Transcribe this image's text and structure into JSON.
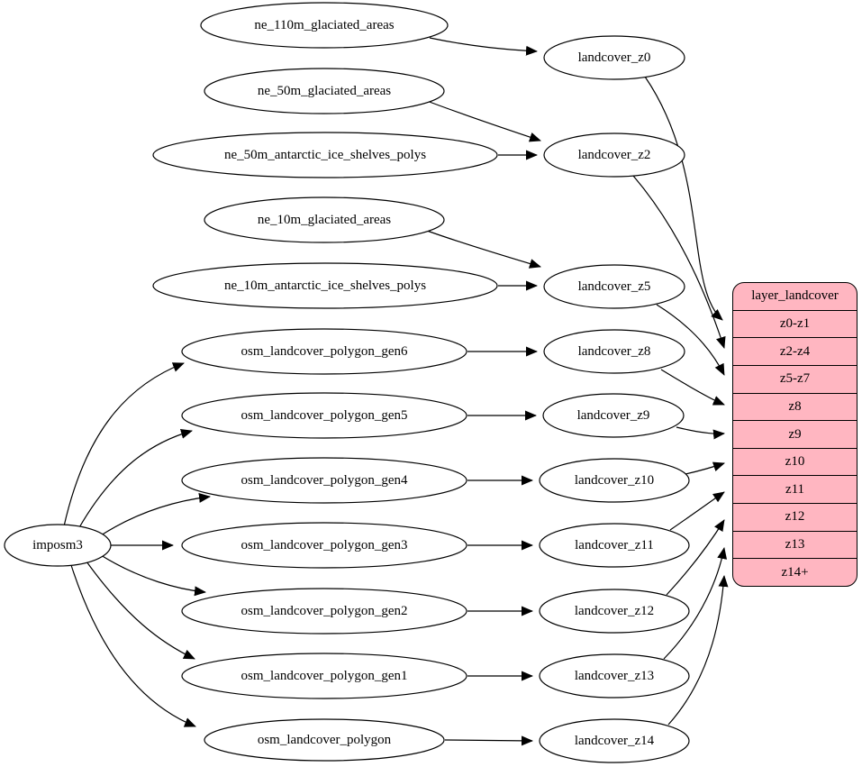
{
  "diagram": {
    "kind": "etl-dependency-graph",
    "colors": {
      "background": "#ffffff",
      "node_fill": "#ffffff",
      "node_stroke": "#000000",
      "edge_stroke": "#000000",
      "table_fill": "#ffb6c1",
      "table_stroke": "#000000",
      "text": "#000000"
    },
    "nodes": {
      "imposm3": {
        "label": "imposm3"
      },
      "sources": [
        {
          "label": "ne_110m_glaciated_areas"
        },
        {
          "label": "ne_50m_glaciated_areas"
        },
        {
          "label": "ne_50m_antarctic_ice_shelves_polys"
        },
        {
          "label": "ne_10m_glaciated_areas"
        },
        {
          "label": "ne_10m_antarctic_ice_shelves_polys"
        },
        {
          "label": "osm_landcover_polygon_gen6"
        },
        {
          "label": "osm_landcover_polygon_gen5"
        },
        {
          "label": "osm_landcover_polygon_gen4"
        },
        {
          "label": "osm_landcover_polygon_gen3"
        },
        {
          "label": "osm_landcover_polygon_gen2"
        },
        {
          "label": "osm_landcover_polygon_gen1"
        },
        {
          "label": "osm_landcover_polygon"
        }
      ],
      "intermediates": [
        {
          "label": "landcover_z0"
        },
        {
          "label": "landcover_z2"
        },
        {
          "label": "landcover_z5"
        },
        {
          "label": "landcover_z8"
        },
        {
          "label": "landcover_z9"
        },
        {
          "label": "landcover_z10"
        },
        {
          "label": "landcover_z11"
        },
        {
          "label": "landcover_z12"
        },
        {
          "label": "landcover_z13"
        },
        {
          "label": "landcover_z14"
        }
      ],
      "table": {
        "title": "layer_landcover",
        "rows": [
          "z0-z1",
          "z2-z4",
          "z5-z7",
          "z8",
          "z9",
          "z10",
          "z11",
          "z12",
          "z13",
          "z14+"
        ]
      }
    },
    "edges": [
      {
        "from": "imposm3",
        "to": "osm_landcover_polygon_gen6"
      },
      {
        "from": "imposm3",
        "to": "osm_landcover_polygon_gen5"
      },
      {
        "from": "imposm3",
        "to": "osm_landcover_polygon_gen4"
      },
      {
        "from": "imposm3",
        "to": "osm_landcover_polygon_gen3"
      },
      {
        "from": "imposm3",
        "to": "osm_landcover_polygon_gen2"
      },
      {
        "from": "imposm3",
        "to": "osm_landcover_polygon_gen1"
      },
      {
        "from": "imposm3",
        "to": "osm_landcover_polygon"
      },
      {
        "from": "ne_110m_glaciated_areas",
        "to": "landcover_z0"
      },
      {
        "from": "ne_50m_glaciated_areas",
        "to": "landcover_z2"
      },
      {
        "from": "ne_50m_antarctic_ice_shelves_polys",
        "to": "landcover_z2"
      },
      {
        "from": "ne_10m_glaciated_areas",
        "to": "landcover_z5"
      },
      {
        "from": "ne_10m_antarctic_ice_shelves_polys",
        "to": "landcover_z5"
      },
      {
        "from": "osm_landcover_polygon_gen6",
        "to": "landcover_z8"
      },
      {
        "from": "osm_landcover_polygon_gen5",
        "to": "landcover_z9"
      },
      {
        "from": "osm_landcover_polygon_gen4",
        "to": "landcover_z10"
      },
      {
        "from": "osm_landcover_polygon_gen3",
        "to": "landcover_z11"
      },
      {
        "from": "osm_landcover_polygon_gen2",
        "to": "landcover_z12"
      },
      {
        "from": "osm_landcover_polygon_gen1",
        "to": "landcover_z13"
      },
      {
        "from": "osm_landcover_polygon",
        "to": "landcover_z14"
      },
      {
        "from": "landcover_z0",
        "to": "layer_landcover:z0-z1"
      },
      {
        "from": "landcover_z2",
        "to": "layer_landcover:z2-z4"
      },
      {
        "from": "landcover_z5",
        "to": "layer_landcover:z5-z7"
      },
      {
        "from": "landcover_z8",
        "to": "layer_landcover:z8"
      },
      {
        "from": "landcover_z9",
        "to": "layer_landcover:z9"
      },
      {
        "from": "landcover_z10",
        "to": "layer_landcover:z10"
      },
      {
        "from": "landcover_z11",
        "to": "layer_landcover:z11"
      },
      {
        "from": "landcover_z12",
        "to": "layer_landcover:z12"
      },
      {
        "from": "landcover_z13",
        "to": "layer_landcover:z13"
      },
      {
        "from": "landcover_z14",
        "to": "layer_landcover:z14+"
      }
    ]
  }
}
